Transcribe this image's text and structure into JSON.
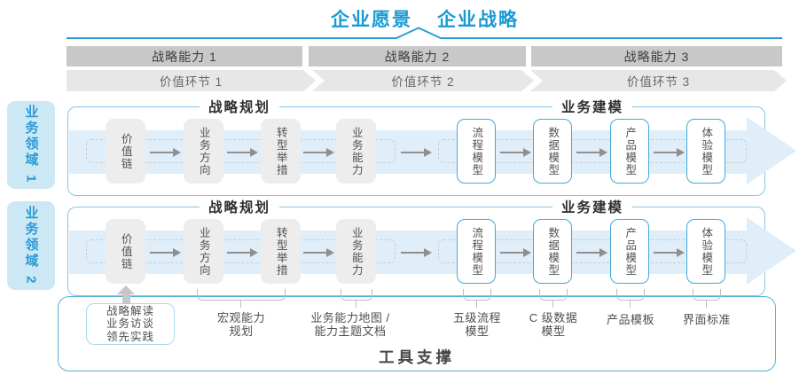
{
  "header": {
    "vision": "企业愿景",
    "strategy": "企业战略"
  },
  "capabilities": [
    {
      "label": "战略能力 1"
    },
    {
      "label": "战略能力 2"
    },
    {
      "label": "战略能力 3"
    }
  ],
  "value_links": [
    {
      "label": "价值环节 1"
    },
    {
      "label": "价值环节 2"
    },
    {
      "label": "价值环节 3"
    }
  ],
  "domains": [
    {
      "label": "业务领域 1"
    },
    {
      "label": "业务领域 2"
    }
  ],
  "sections": {
    "planning": "战略规划",
    "modeling": "业务建模"
  },
  "boxes": [
    {
      "label": "价值链",
      "type": "gray"
    },
    {
      "label": "业务方向",
      "type": "gray"
    },
    {
      "label": "转型举措",
      "type": "gray"
    },
    {
      "label": "业务能力",
      "type": "gray"
    },
    {
      "label": "流程模型",
      "type": "blue"
    },
    {
      "label": "数据模型",
      "type": "blue"
    },
    {
      "label": "产品模型",
      "type": "blue"
    },
    {
      "label": "体验模型",
      "type": "blue"
    }
  ],
  "tools": {
    "inputs_box": "战略解读\n业务访谈\n领先实践",
    "labels": [
      {
        "text": "宏观能力\n规划"
      },
      {
        "text": "业务能力地图 /\n能力主题文档"
      },
      {
        "text": "五级流程\n模型"
      },
      {
        "text": "C 级数据\n模型"
      },
      {
        "text": "产品模板"
      },
      {
        "text": "界面标准"
      }
    ],
    "support": "工具支撑"
  },
  "colors": {
    "title_blue": "#1a9ad3",
    "bar_gray": "#c8c8c8",
    "chevron_gray": "#e7e7e7",
    "domain_bg": "#cde8f5",
    "panel_border": "#8ac6e2",
    "band_blue": "#dfeef9",
    "blue_box_border": "#43a9d7",
    "container_border": "#54b2da"
  }
}
